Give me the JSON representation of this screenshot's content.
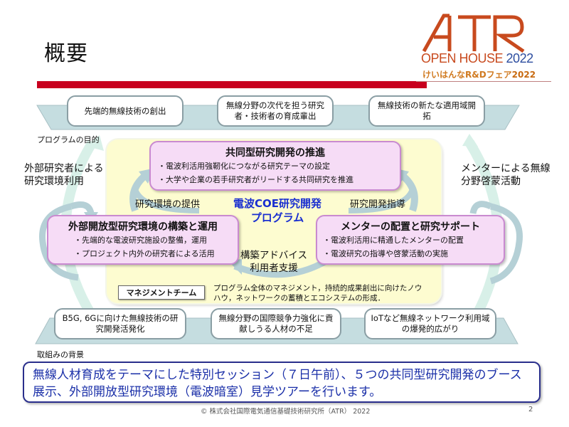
{
  "page": {
    "title": "概要"
  },
  "logo": {
    "atr": "ATR",
    "open_house": "OPEN HOUSE",
    "year": "2022",
    "fair": "けいはんなR&Dフェア",
    "fair_year": "2022",
    "colors": {
      "brand": "#c84a1e",
      "year": "#2e4ea0",
      "fair": "#d07a20"
    }
  },
  "purpose": {
    "caption": "プログラムの目的",
    "items": [
      {
        "label": "先端的無線技術の創出"
      },
      {
        "label": "無線分野の次代を担う研究者・技術者の育成輩出"
      },
      {
        "label": "無線技術の新たな適用域開拓"
      }
    ]
  },
  "background": {
    "caption": "取組みの背景",
    "items": [
      {
        "label": "B5G, 6Gに向けた無線技術の研究開発活発化"
      },
      {
        "label": "無線分野の国際競争力強化に貢献しうる人材の不足"
      },
      {
        "label": "IoTなど無線ネットワーク利用域の爆発的広がり"
      }
    ]
  },
  "left_label": "外部研究者による研究環境利用",
  "right_label": "メンターによる無線分野啓蒙活動",
  "program": {
    "title_line1": "電波COE研究開発",
    "title_line2": "プログラム",
    "color": "#1a2fd0",
    "flow_left": "研究環境の提供",
    "flow_right": "研究開発指導",
    "flow_bottom_line1": "構築アドバイス",
    "flow_bottom_line2": "利用者支援",
    "boxes": [
      {
        "title": "共同型研究開発の推進",
        "bullets": [
          "・電波利活用強靭化につながる研究テーマの設定",
          "・大学や企業の若手研究者がリードする共同研究を推進"
        ]
      },
      {
        "title": "外部開放型研究環境の構築と運用",
        "bullets": [
          "・先端的な電波研究施設の整備，運用",
          "・プロジェクト内外の研究者による活用"
        ]
      },
      {
        "title": "メンターの配置と研究サポート",
        "bullets": [
          "・電波利活用に精通したメンターの配置",
          "・電波研究の指導や啓蒙活動の実施"
        ]
      }
    ],
    "management": {
      "label": "マネジメントチーム",
      "text": "プログラム全体のマネジメント，持続的成果創出に向けたノウハウ，ネットワークの蓄積とエコシステムの形成．"
    }
  },
  "summary": "無線人材育成をテーマにした特別セッション（７日午前）、５つの共同型研究開発のブース展示、外部開放型研究環境（電波暗室）見学ツアーを行います。",
  "footer": {
    "copyright": "© 株式会社国際電気通信基礎技術研究所（ATR） 2022",
    "page_number": "2"
  }
}
